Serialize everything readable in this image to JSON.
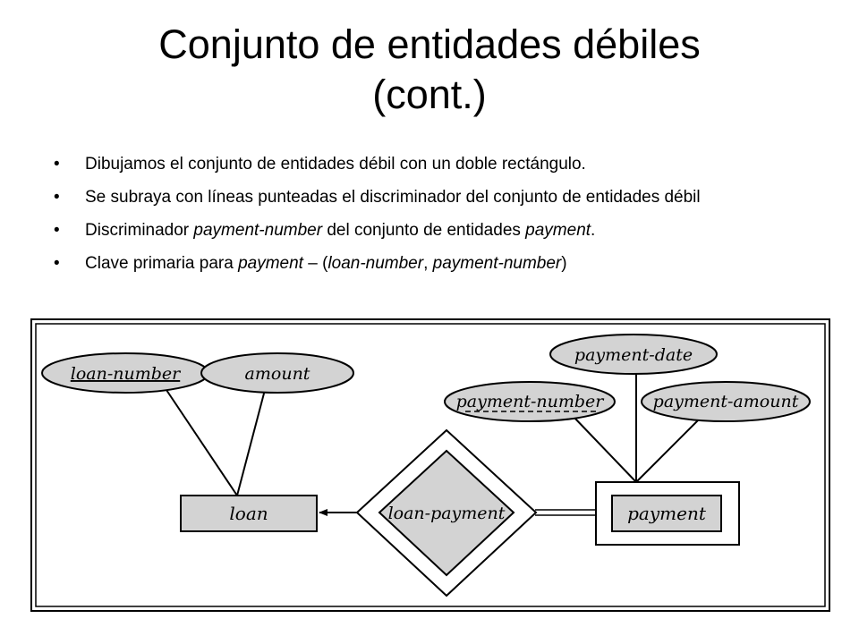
{
  "title": {
    "line1": "Conjunto de entidades débiles",
    "line2": "(cont.)"
  },
  "bullets": [
    {
      "text": "Dibujamos el conjunto de entidades débil con un doble rectángulo."
    },
    {
      "text": "Se subraya con líneas punteadas el discriminador del conjunto de entidades débil"
    },
    {
      "pre": "Discriminador ",
      "i1": "payment-number",
      "mid": " del conjunto de entidades ",
      "i2": "payment",
      "post": "."
    },
    {
      "pre": "Clave primaria para ",
      "i1": "payment",
      "mid": " – (",
      "i2": "loan-number",
      "sep": ", ",
      "i3": "payment-number",
      "post": ")"
    }
  ],
  "bullet_symbol": "•",
  "diagram": {
    "entities": {
      "loan": "loan",
      "payment": "payment"
    },
    "relationship": "loan-payment",
    "attributes": {
      "loan_number": "loan-number",
      "amount": "amount",
      "payment_date": "payment-date",
      "payment_number": "payment-number",
      "payment_amount": "payment-amount"
    },
    "colors": {
      "fill": "#d3d3d3",
      "stroke": "#000000",
      "background": "#ffffff"
    }
  }
}
